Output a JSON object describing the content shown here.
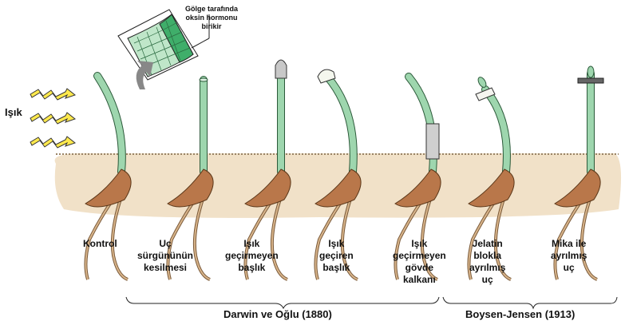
{
  "light_label": "Işık",
  "callout": {
    "line1": "Gölge tarafında",
    "line2": "oksin hormonu",
    "line3": "birikir"
  },
  "labels": [
    {
      "lines": [
        "Kontrol"
      ]
    },
    {
      "lines": [
        "Uç",
        "sürgününün",
        "kesilmesi"
      ]
    },
    {
      "lines": [
        "Işık",
        "geçirmeyen",
        "başlık"
      ]
    },
    {
      "lines": [
        "Işık",
        "geçiren",
        "başlık"
      ]
    },
    {
      "lines": [
        "Işık",
        "geçirmeyen",
        "gövde",
        "kalkanı"
      ]
    },
    {
      "lines": [
        "Jelatin",
        "blokla",
        "ayrılmış",
        "uç"
      ]
    },
    {
      "lines": [
        "Mika ile",
        "ayrılmış",
        "uç"
      ]
    }
  ],
  "groups": [
    {
      "label": "Darwin ve Oğlu (1880)"
    },
    {
      "label": "Boysen-Jensen (1913)"
    }
  ],
  "colors": {
    "stem": "#9ed6ae",
    "soil": "#f1e1c8",
    "seed": "#b9774a",
    "light": "#ffe94d",
    "cells_dark": "#3fae6a"
  }
}
